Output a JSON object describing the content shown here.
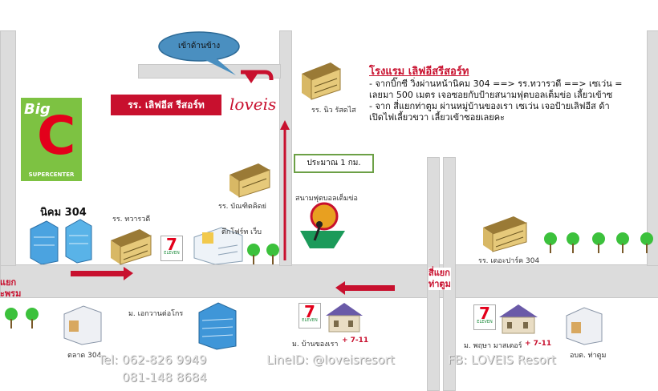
{
  "hotel": {
    "title": "โรงแรม เลิฟอีสรีสอร์ท",
    "lines": [
      "- จากบิ๊กซี วิ่งผ่านหน้านิคม 304 ==> รร.ทวารวดี ==> เซเว่น =",
      "เลยมา 500 เมตร เจอซอยกับป้ายสนามฟุตบอลเต็มข่อ เลี้ยวเข้าซ",
      "- จาก สี่แยกท่าตูม ผ่านหมู่บ้านของเรา เซเว่น เจอป้ายเลิฟอีส ด้า",
      "เปิดไฟเลี้ยวขวา เลี้ยวเข้าซอยเลยคะ"
    ]
  },
  "map": {
    "callout": "เข้าด้านข้าง",
    "resort_sign": "รร. เลิฟอีส รีสอร์ท",
    "loveis_logo": "loveis",
    "distance": "ประมาณ 1 กม.",
    "junction_left": [
      "แยก",
      "ะพรม"
    ],
    "junction_right": [
      "สี่แยก",
      "ท่าตูม"
    ],
    "bigc_big": "Big",
    "bigc_c": "C",
    "bigc_sub": "SUPERCENTER",
    "nikom": "นิคม 304",
    "seven_label": "7",
    "seven_sub": "ELEVEN",
    "seven_plus": "+ 7-11"
  },
  "places": {
    "new_school": "รร. นิว รัสดไส",
    "tawarawadee": "รร. ทวารวดี",
    "bandit": "รร. บัณฑิตคิดย่",
    "football": "สนามฟุตบอลเต็มข่อ",
    "city_hall": "ตึกโฟร์ท เว็บ",
    "market": "ตลาด 304",
    "village_left": "ม. เอกวานต่อโกร",
    "village_ours": "ม. บ้านของเรา",
    "village_right": "ม. พฤษา มาสเตอร์",
    "school_right": "รร. เดอะปาร์ค 304",
    "amphoe": "อบต. ท่าตูม"
  },
  "footer": {
    "tel1": "Tel: 062-826 9949",
    "tel2": "081-148 8684",
    "line": "LineID: @loveisresort",
    "fb": "FB: LOVEIS Resort"
  },
  "colors": {
    "accent": "#c8102e",
    "road": "#dcdcdc",
    "bigc_green": "#7dc242",
    "tree": "#3cc13c"
  }
}
